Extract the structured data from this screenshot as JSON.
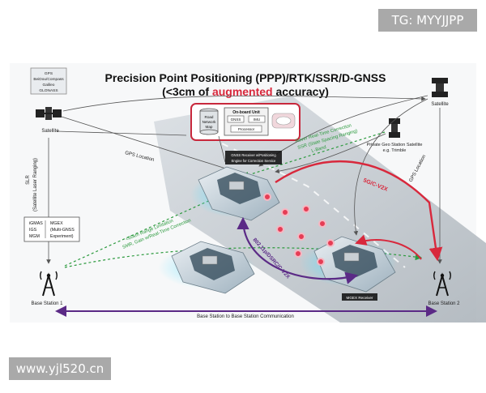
{
  "watermarks": {
    "top": "TG: MYYJJPP",
    "bottom": "www.yjl520.cn"
  },
  "title": {
    "line1": "Precision Point Positioning (PPP)/RTK/SSR/D-GNSS",
    "line2_prefix": "(<3cm of ",
    "line2_highlight": "augmented",
    "line2_suffix": " accuracy)"
  },
  "constellations": [
    "GPS",
    "BeiDou/Compass",
    "Galileo",
    "GLONASS"
  ],
  "labels": {
    "satellite_left": "Satellite",
    "satellite_right": "Satellite",
    "private_geo": [
      "Private Geo Station Satellite",
      "e.g. Trimble"
    ],
    "gps_location_left": "GPS Location",
    "gps_location_right": "GPS Location",
    "slr": [
      "SLR",
      "(Satellite Laser Ranging)"
    ],
    "rover_correction": [
      "Rover Real-Time Correction",
      "SSR (State Spacing Ranging)",
      "L-Band"
    ],
    "range_limitation": [
      "<60km Range Limitation",
      "SMR, Gain w/Real-Time Correction"
    ],
    "v2x_5g": "5G/C-V2X",
    "dsrc": "802.11p/DSRC/C-V2X",
    "gnss_receiver": [
      "GNSS Receiver w/Positioning",
      "Engine for Correction Service"
    ],
    "mgex_receiver": "MGEX Receiver",
    "base_station_1": "Base Station 1",
    "base_station_2": "Base Station 2",
    "bs_communication": "Base Station to Base Station Communication"
  },
  "onboard": {
    "map_title": [
      "Road",
      "Network",
      "Map"
    ],
    "unit_title": "On-board Unit",
    "gnss": "GNSS",
    "imu": "IMU",
    "processor": "Processor"
  },
  "networks": {
    "col1": [
      "iGMAS",
      "IGS",
      "MGM"
    ],
    "col2": [
      "MGEX",
      "(Multi-GNSS",
      "Experiment)"
    ]
  }
}
